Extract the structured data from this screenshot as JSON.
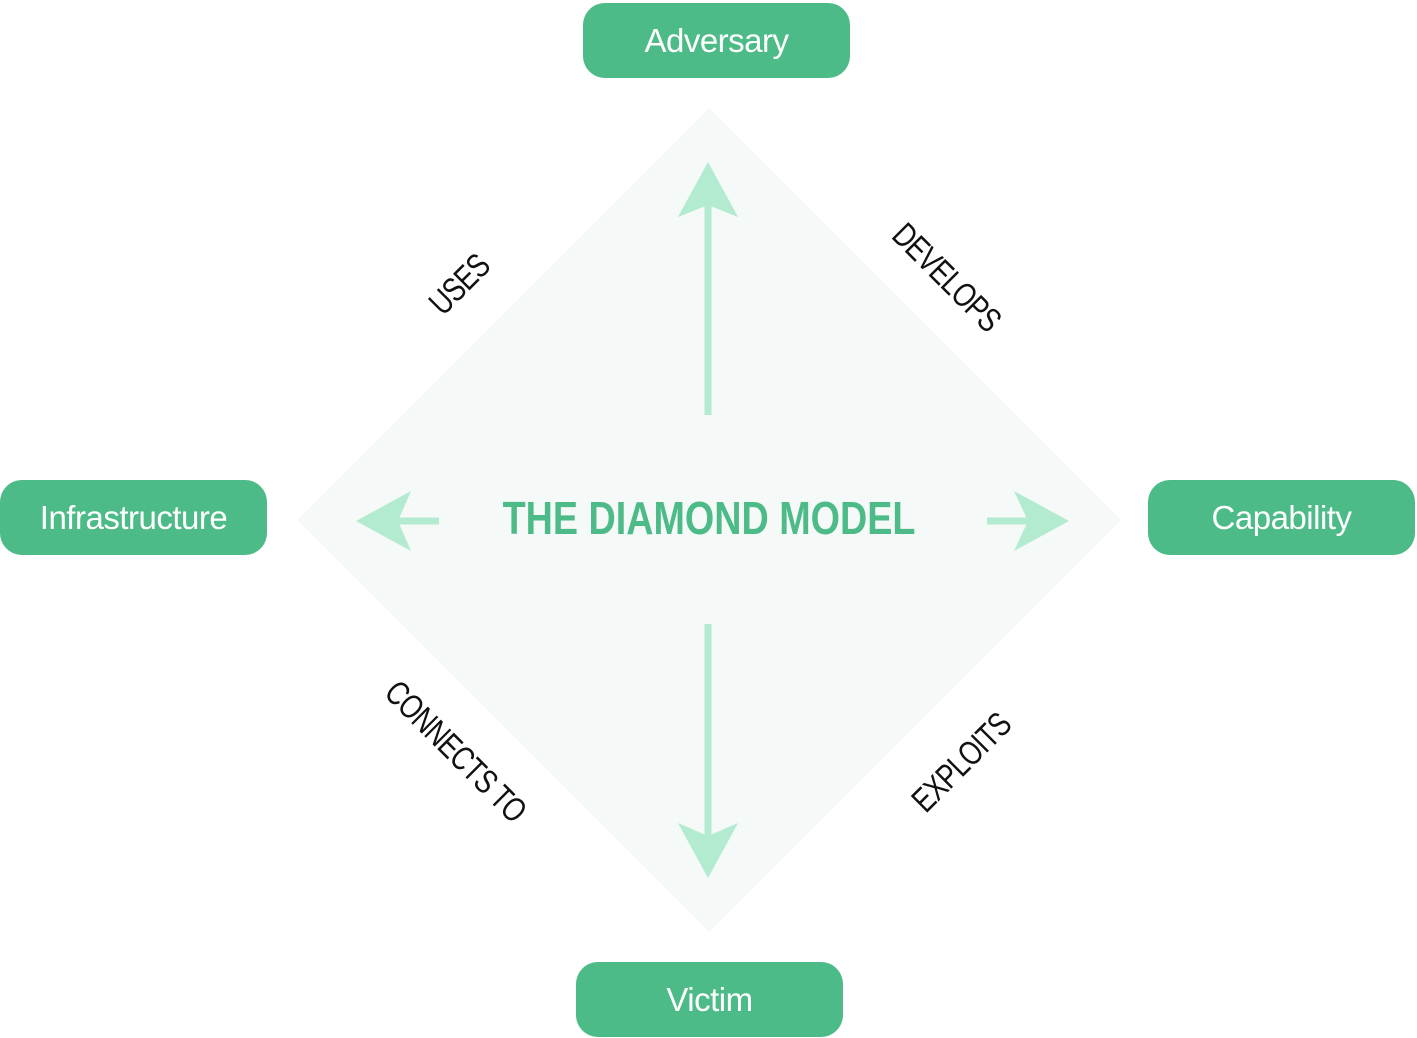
{
  "title": "THE DIAMOND MODEL",
  "nodes": {
    "adversary": "Adversary",
    "infrastructure": "Infrastructure",
    "capability": "Capability",
    "victim": "Victim"
  },
  "edges": {
    "uses": "USES",
    "develops": "DEVELOPS",
    "connects_to": "CONNECTS TO",
    "exploits": "EXPLOITS"
  },
  "colors": {
    "node_fill": "#4dbb87",
    "node_text": "#ffffff",
    "diamond_fill": "#f5f9f7",
    "arrow": "#b3ebd1",
    "title": "#4dbb87",
    "edge_label": "#111111"
  }
}
